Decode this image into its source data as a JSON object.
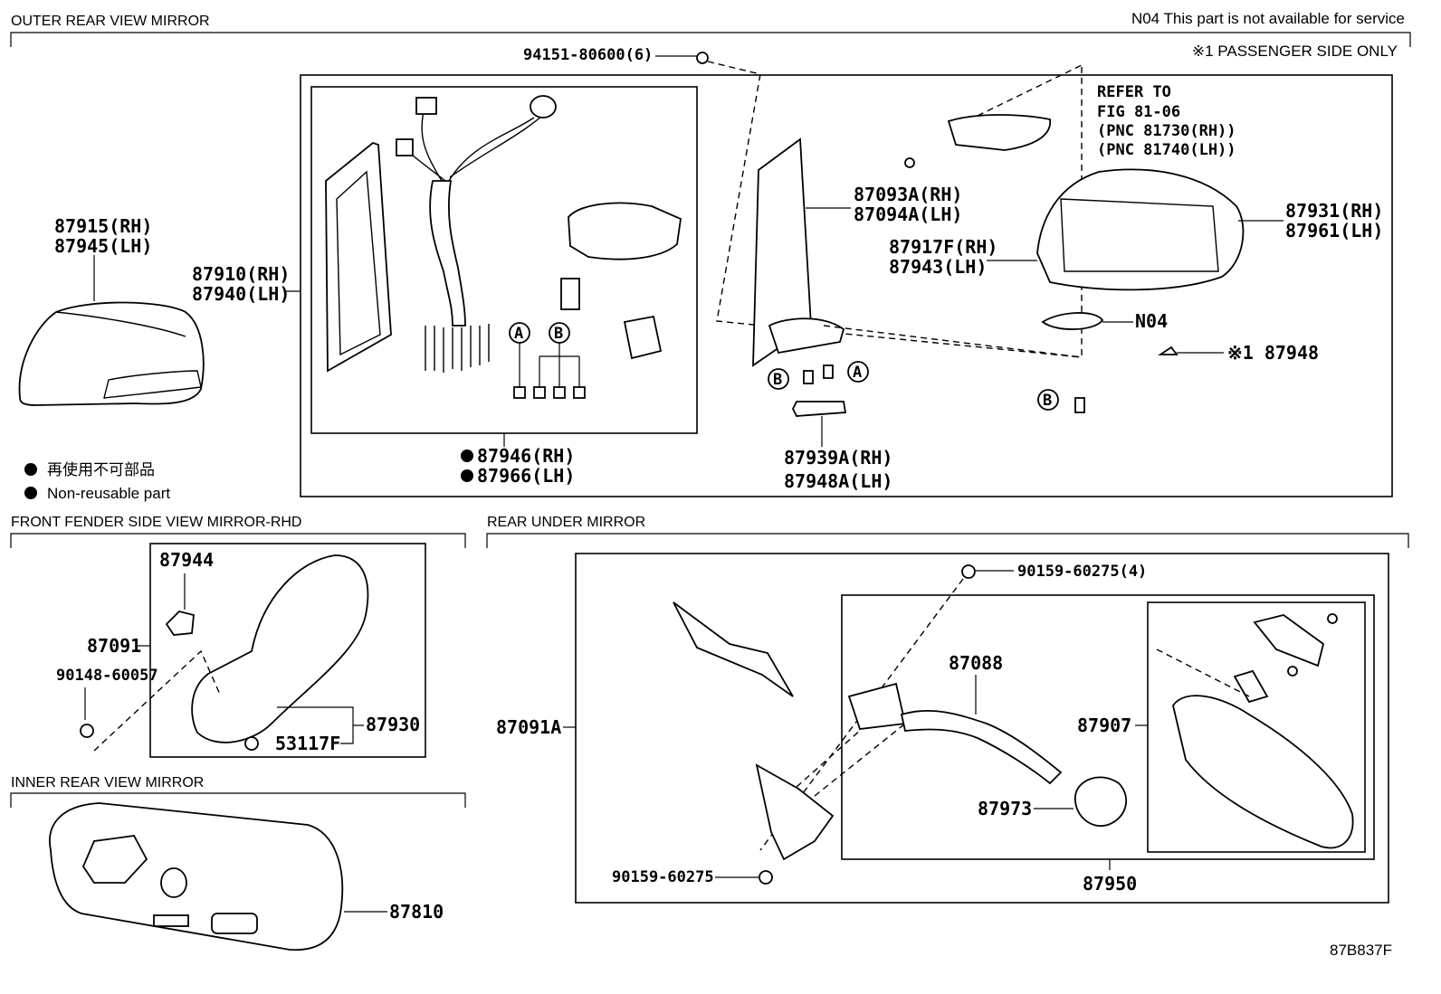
{
  "sections": {
    "outer": "OUTER REAR VIEW MIRROR",
    "fender": "FRONT FENDER SIDE VIEW MIRROR-RHD",
    "rear_under": "REAR UNDER MIRROR",
    "inner": "INNER REAR VIEW MIRROR"
  },
  "notes": {
    "n04": "N04 This part is not available for service",
    "passenger": "※1 PASSENGER SIDE ONLY",
    "refer": [
      "REFER TO",
      "FIG 81-06",
      "(PNC 81730(RH))",
      "(PNC 81740(LH))"
    ],
    "legend_jp": "再使用不可部品",
    "legend_en": "Non-reusable part"
  },
  "labels": {
    "p94151": "94151-80600(6)",
    "p87915": "87915(RH)",
    "p87945": "87945(LH)",
    "p87910": "87910(RH)",
    "p87940": "87940(LH)",
    "p87093": "87093A(RH)",
    "p87094": "87094A(LH)",
    "p87917": "87917F(RH)",
    "p87943": "87943(LH)",
    "p87931": "87931(RH)",
    "p87961": "87961(LH)",
    "n04": "N04",
    "p87948": "※1 87948",
    "p87946": "87946(RH)",
    "p87966": "87966(LH)",
    "p87939": "87939A(RH)",
    "p87948a": "87948A(LH)",
    "p87944": "87944",
    "p87091": "87091",
    "p90148": "90148-60057",
    "p87930": "87930",
    "p53117": "53117F",
    "p90159a": "90159-60275(4)",
    "p87088": "87088",
    "p87091a": "87091A",
    "p87907": "87907",
    "p87973": "87973",
    "p90159b": "90159-60275",
    "p87950": "87950",
    "p87810": "87810",
    "fig": "87B837F",
    "a": "A",
    "b": "B"
  }
}
